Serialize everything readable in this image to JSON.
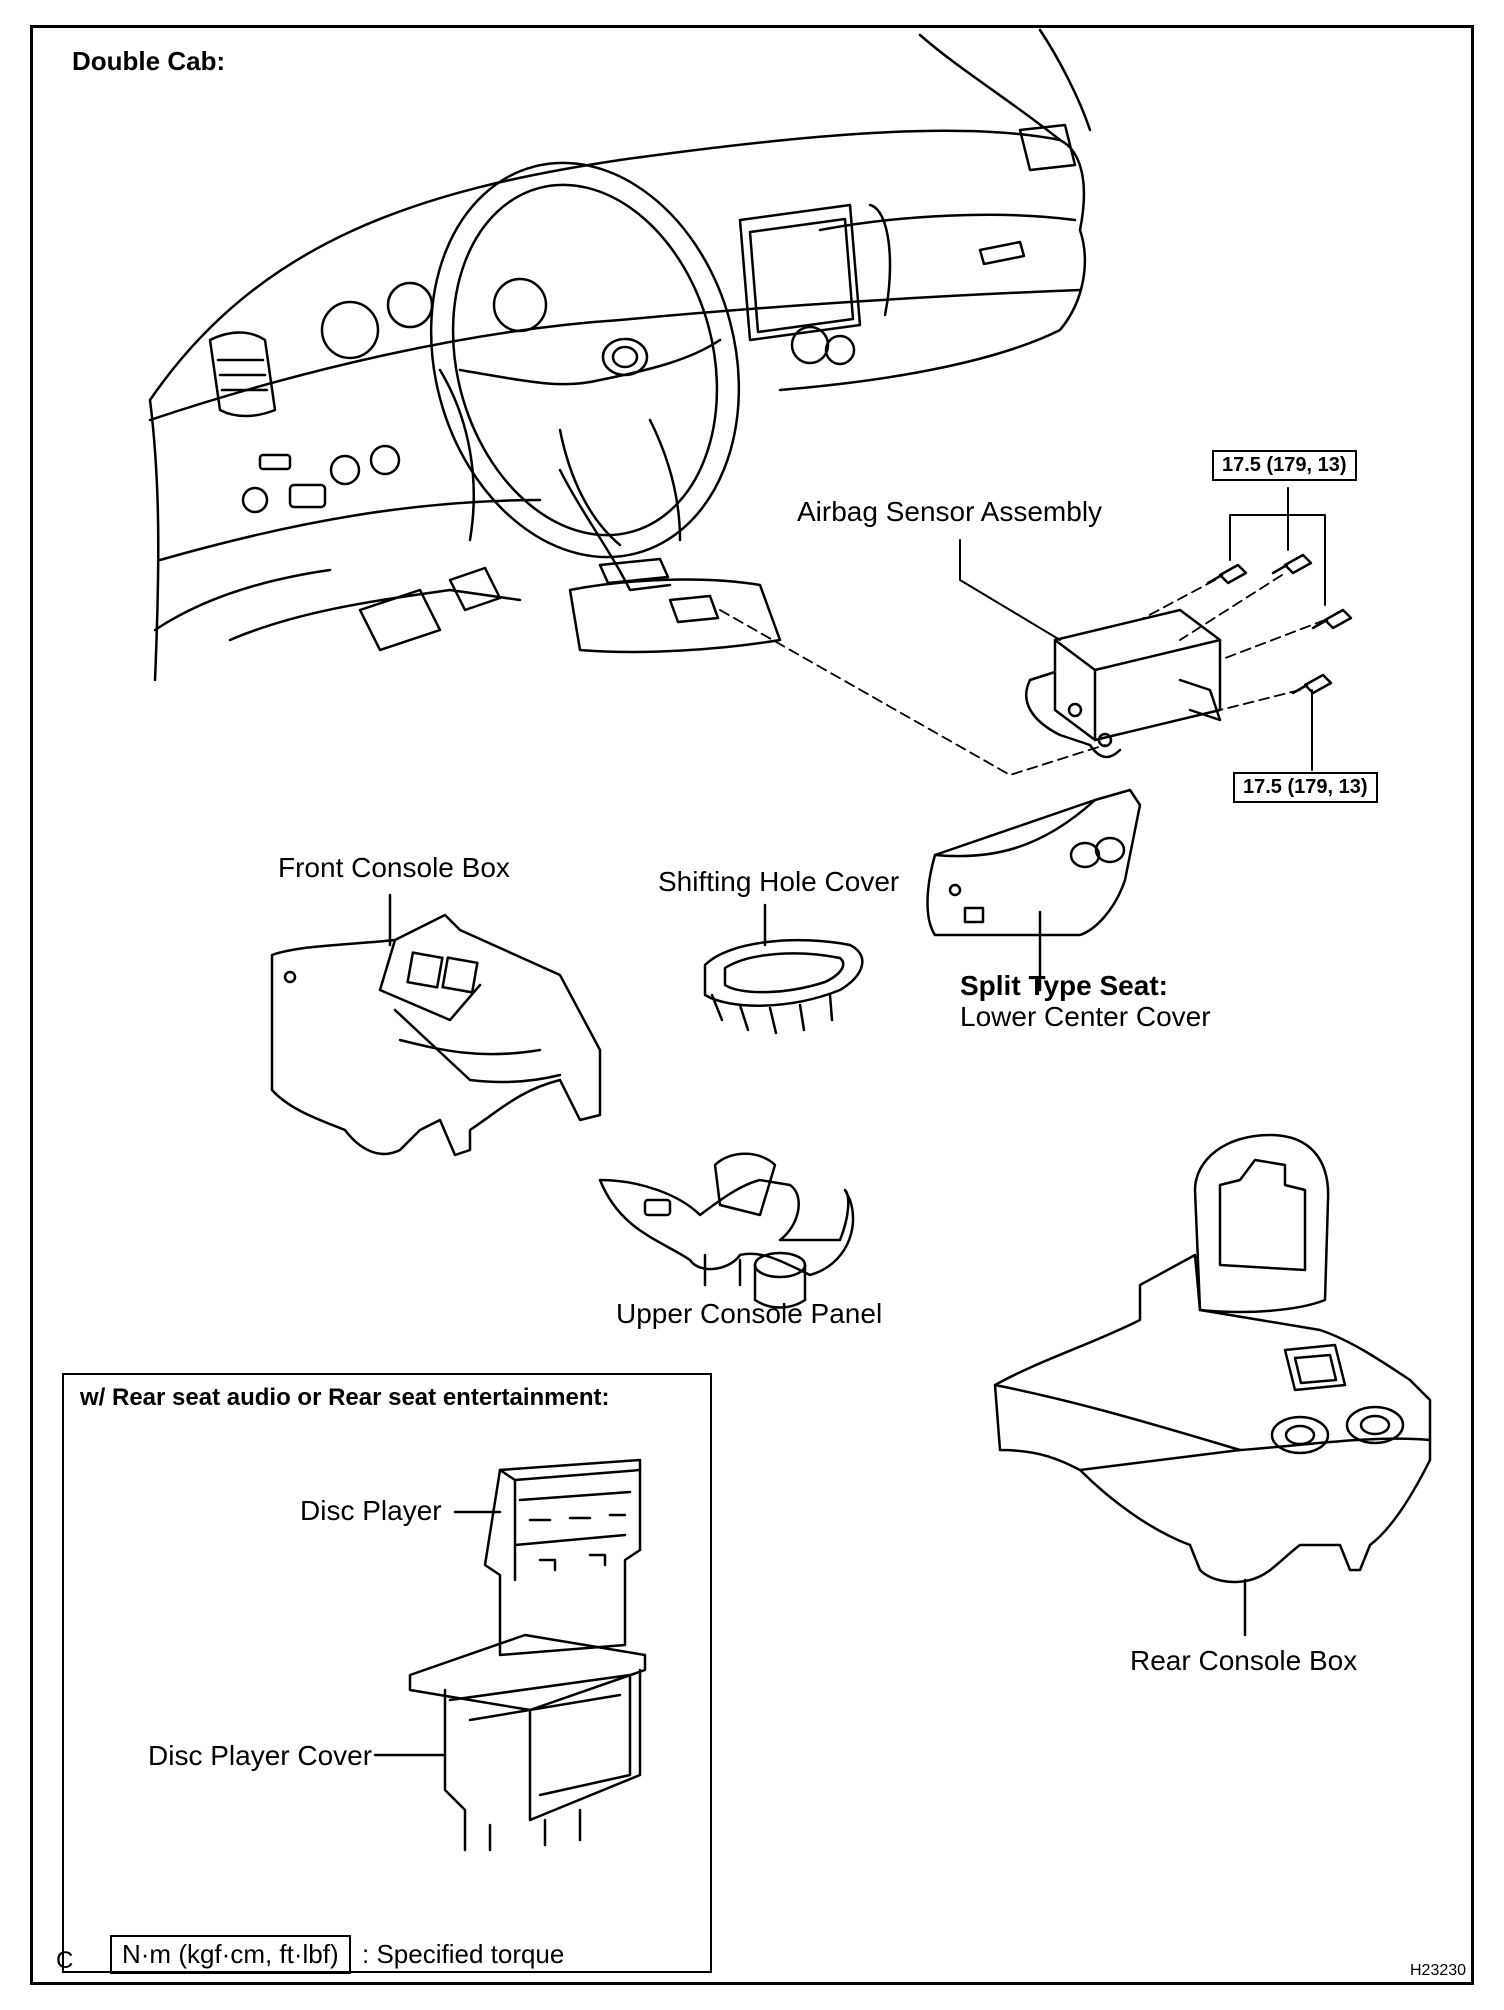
{
  "title": "Double Cab:",
  "labels": {
    "airbag_sensor": "Airbag Sensor Assembly",
    "front_console_box": "Front Console Box",
    "shifting_hole_cover": "Shifting Hole Cover",
    "split_type_seat": "Split Type Seat:",
    "lower_center_cover": "Lower Center Cover",
    "upper_console_panel": "Upper Console Panel",
    "rear_console_box": "Rear Console Box",
    "disc_player": "Disc Player",
    "disc_player_cover": "Disc Player Cover"
  },
  "torque": {
    "top": "17.5 (179, 13)",
    "bottom": "17.5 (179, 13)"
  },
  "inset_title": "w/ Rear seat audio or Rear seat entertainment:",
  "legend": {
    "unit": "N·m (kgf·cm, ft·lbf)",
    "text": ": Specified torque"
  },
  "corner_letter": "C",
  "figure_code": "H23230"
}
